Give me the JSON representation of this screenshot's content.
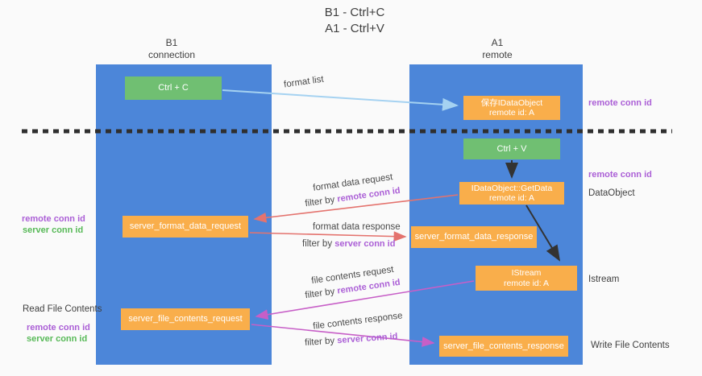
{
  "title": {
    "line1": "B1 - Ctrl+C",
    "line2": "A1 - Ctrl+V"
  },
  "left_column": {
    "header1": "B1",
    "header2": "connection"
  },
  "right_column": {
    "header1": "A1",
    "header2": "remote"
  },
  "boxes": {
    "ctrl_c": "Ctrl + C",
    "ctrl_v": "Ctrl + V",
    "save_dataobject_line1": "保存IDataObject",
    "save_dataobject_line2": "remote id: A",
    "getdata_line1": "IDataObject::GetData",
    "getdata_line2": "remote id: A",
    "istream_line1": "IStream",
    "istream_line2": "remote id: A",
    "format_request": "server_format_data_request",
    "format_response": "server_format_data_response",
    "file_request": "server_file_contents_request",
    "file_response": "server_file_contents_response"
  },
  "arrow_labels": {
    "format_list": "format list",
    "format_data_request": "format data request",
    "format_data_response": "format data response",
    "file_contents_request": "file contents request",
    "file_contents_response": "file contents response",
    "filter_by": "filter by ",
    "remote_conn_id": "remote conn id",
    "server_conn_id": "server conn id"
  },
  "side_labels": {
    "remote_conn_id_top_right": "remote conn id",
    "remote_conn_id_mid_right": "remote conn id",
    "dataobject": "DataObject",
    "istream": "Istream",
    "write_file_contents": "Write File Contents",
    "remote_conn_id_left_upper": "remote conn id",
    "server_conn_id_left_upper": "server conn id",
    "read_file_contents": "Read File Contents",
    "remote_conn_id_left_lower": "remote conn id",
    "server_conn_id_left_lower": "server conn id"
  },
  "colors": {
    "bg": "#fafafa",
    "column_blue": "#4c86d9",
    "box_orange": "#f9ae4b",
    "box_green": "#70bf72",
    "arrow_lightblue": "#a5d2f1",
    "arrow_red": "#e4736e",
    "arrow_magenta": "#c75fc7",
    "arrow_black": "#333333",
    "text_purple": "#ab5fd6",
    "text_green": "#57b957",
    "text_dark": "#3f3f3f"
  }
}
